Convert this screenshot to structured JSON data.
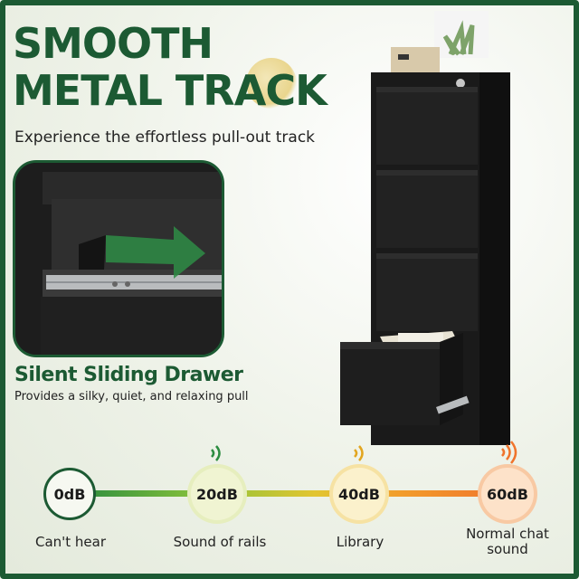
{
  "headline": {
    "line1": "SMOOTH",
    "line2": "METAL TRACK"
  },
  "subtitle": "Experience the effortless pull-out track",
  "feature": {
    "title": "Silent Sliding Drawer",
    "description": "Provides a silky, quiet, and relaxing pull"
  },
  "noise_scale": {
    "levels": [
      {
        "value": "0dB",
        "label": "Can't hear"
      },
      {
        "value": "20dB",
        "label": "Sound of rails"
      },
      {
        "value": "40dB",
        "label": "Library"
      },
      {
        "value": "60dB",
        "label": "Normal chat sound"
      }
    ],
    "icons": [
      "sound-wave-icon"
    ]
  },
  "colors": {
    "brand_green": "#1c5a33",
    "cabinet": "#1a1a1a",
    "gradient": [
      "#2b8c3f",
      "#8cc43a",
      "#e2c531",
      "#f29c2b",
      "#f0742c"
    ]
  }
}
